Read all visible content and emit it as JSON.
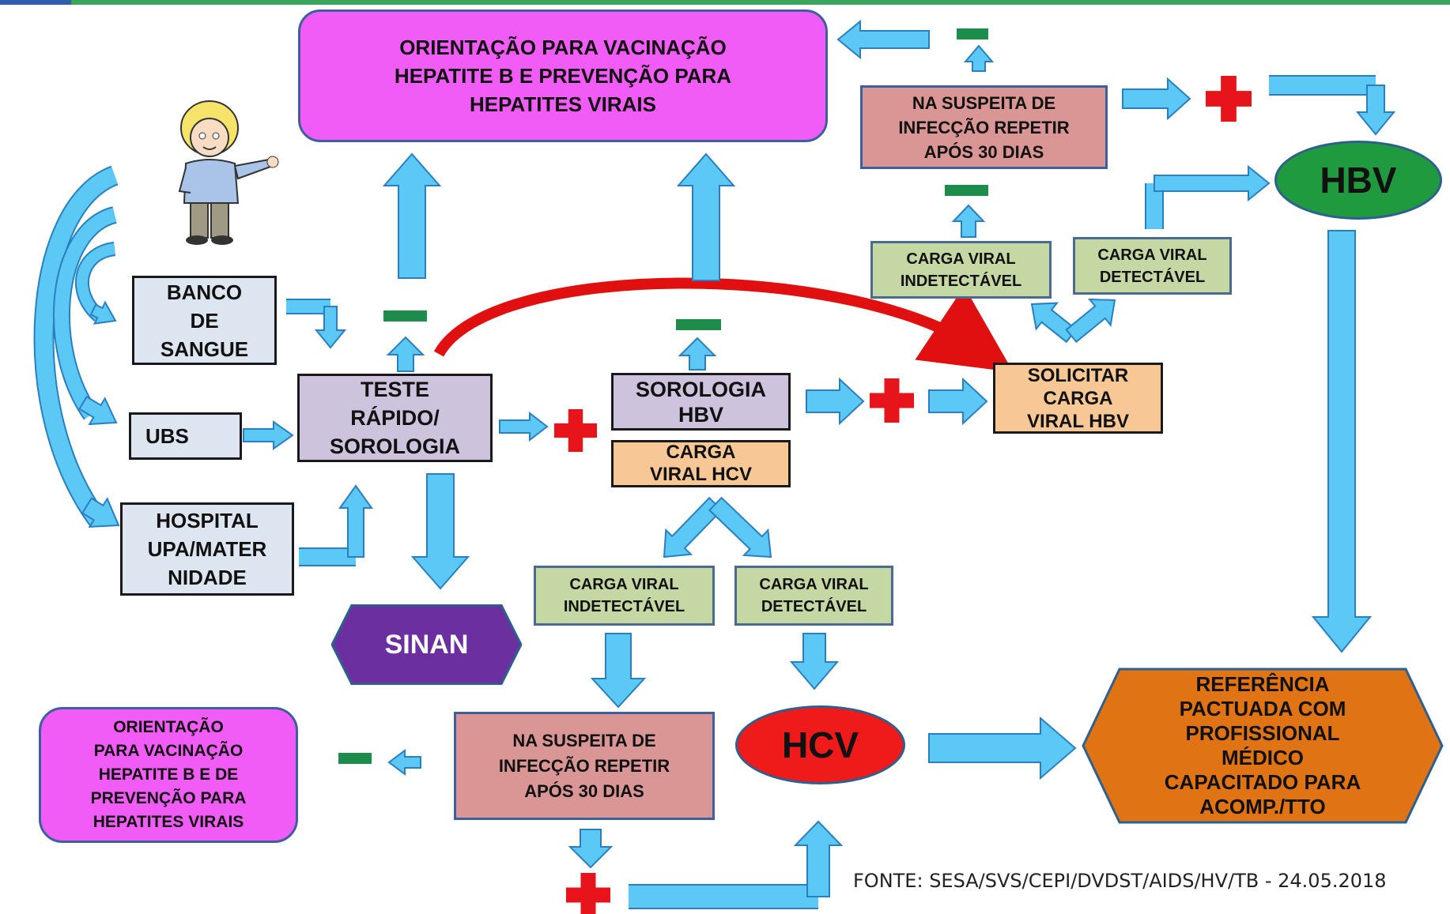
{
  "nodes": {
    "vaccine_top": "ORIENTAÇÃO PARA VACINAÇÃO\nHEPATITE B E PREVENÇÃO PARA\nHEPATITES VIRAIS",
    "retest_top": "NA SUSPEITA DE\nINFECÇÃO REPETIR\nAPÓS 30 DIAS",
    "hbv": "HBV",
    "viral_undetect_top": "CARGA VIRAL\nINDETECTÁVEL",
    "viral_detect_top": "CARGA VIRAL\nDETECTÁVEL",
    "banco": "BANCO\nDE\nSANGUE",
    "ubs": "UBS",
    "hospital": "HOSPITAL\nUPA/MATER\nNIDADE",
    "teste": "TESTE\nRÁPIDO/\nSOROLOGIA",
    "sorologia_hbv": "SOROLOGIA\nHBV",
    "carga_hcv": "CARGA\nVIRAL HCV",
    "solicitar": "SOLICITAR\nCARGA\nVIRAL HBV",
    "sinan": "SINAN",
    "viral_undetect_mid": "CARGA VIRAL\nINDETECTÁVEL",
    "viral_detect_mid": "CARGA VIRAL\nDETECTÁVEL",
    "vaccine_bottom": "ORIENTAÇÃO\nPARA VACINAÇÃO\nHEPATITE B E  DE\nPREVENÇÃO PARA\nHEPATITES VIRAIS",
    "retest_bottom": "NA SUSPEITA DE\nINFECÇÃO REPETIR\nAPÓS 30 DIAS",
    "hcv": "HCV",
    "referencia": "REFERÊNCIA\nPACTUADA COM\nPROFISSIONAL\nMÉDICO\nCAPACITADO PARA\nACOMP./TTO"
  },
  "footer": "FONTE: SESA/SVS/CEPI/DVDST/AIDS/HV/TB - 24.05.2018",
  "colors": {
    "arrow": "#5bc8f5",
    "arrow_stroke": "#2a7fc0",
    "plus": "#e8141b",
    "minus": "#1e8c4a",
    "curve": "#e01010"
  }
}
